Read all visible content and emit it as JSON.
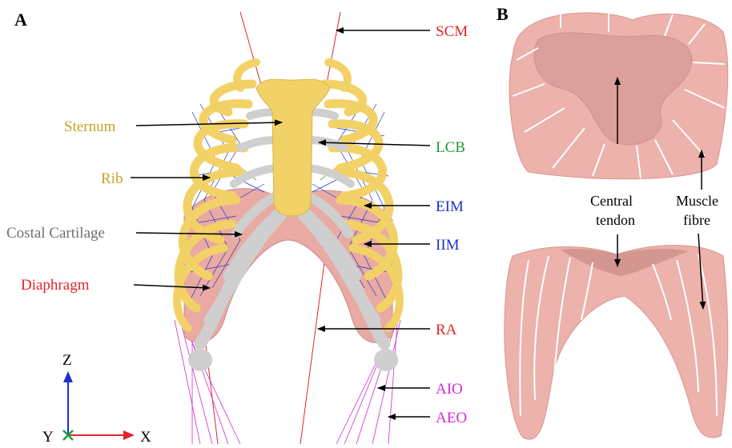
{
  "panels": {
    "a": "A",
    "b": "B"
  },
  "labels": {
    "sternum": "Sternum",
    "rib": "Rib",
    "costal_cartilage": "Costal Cartilage",
    "diaphragm": "Diaphragm",
    "scm": "SCM",
    "lcb": "LCB",
    "eim": "EIM",
    "iim": "IIM",
    "ra": "RA",
    "aio": "AIO",
    "aeo": "AEO",
    "central_tendon_1": "Central",
    "central_tendon_2": "tendon",
    "muscle_fibre_1": "Muscle",
    "muscle_fibre_2": "fibre"
  },
  "axes": {
    "z": "Z",
    "y": "Y",
    "x": "X"
  },
  "colors": {
    "bone": "#f2d266",
    "bone_dark": "#c9a43a",
    "cartilage": "#cfcfcf",
    "diaphragm": "#e9aaa4",
    "tendon": "#dca09c",
    "red_label": "#e0262b",
    "green_label": "#1f9a3c",
    "blue_label": "#1c33c4",
    "gray_label": "#707070",
    "gold_label": "#c9a227",
    "magenta_label": "#d22bd0",
    "axis_blue": "#1f2fd0",
    "axis_red": "#e0262b",
    "axis_green": "#20a040"
  }
}
